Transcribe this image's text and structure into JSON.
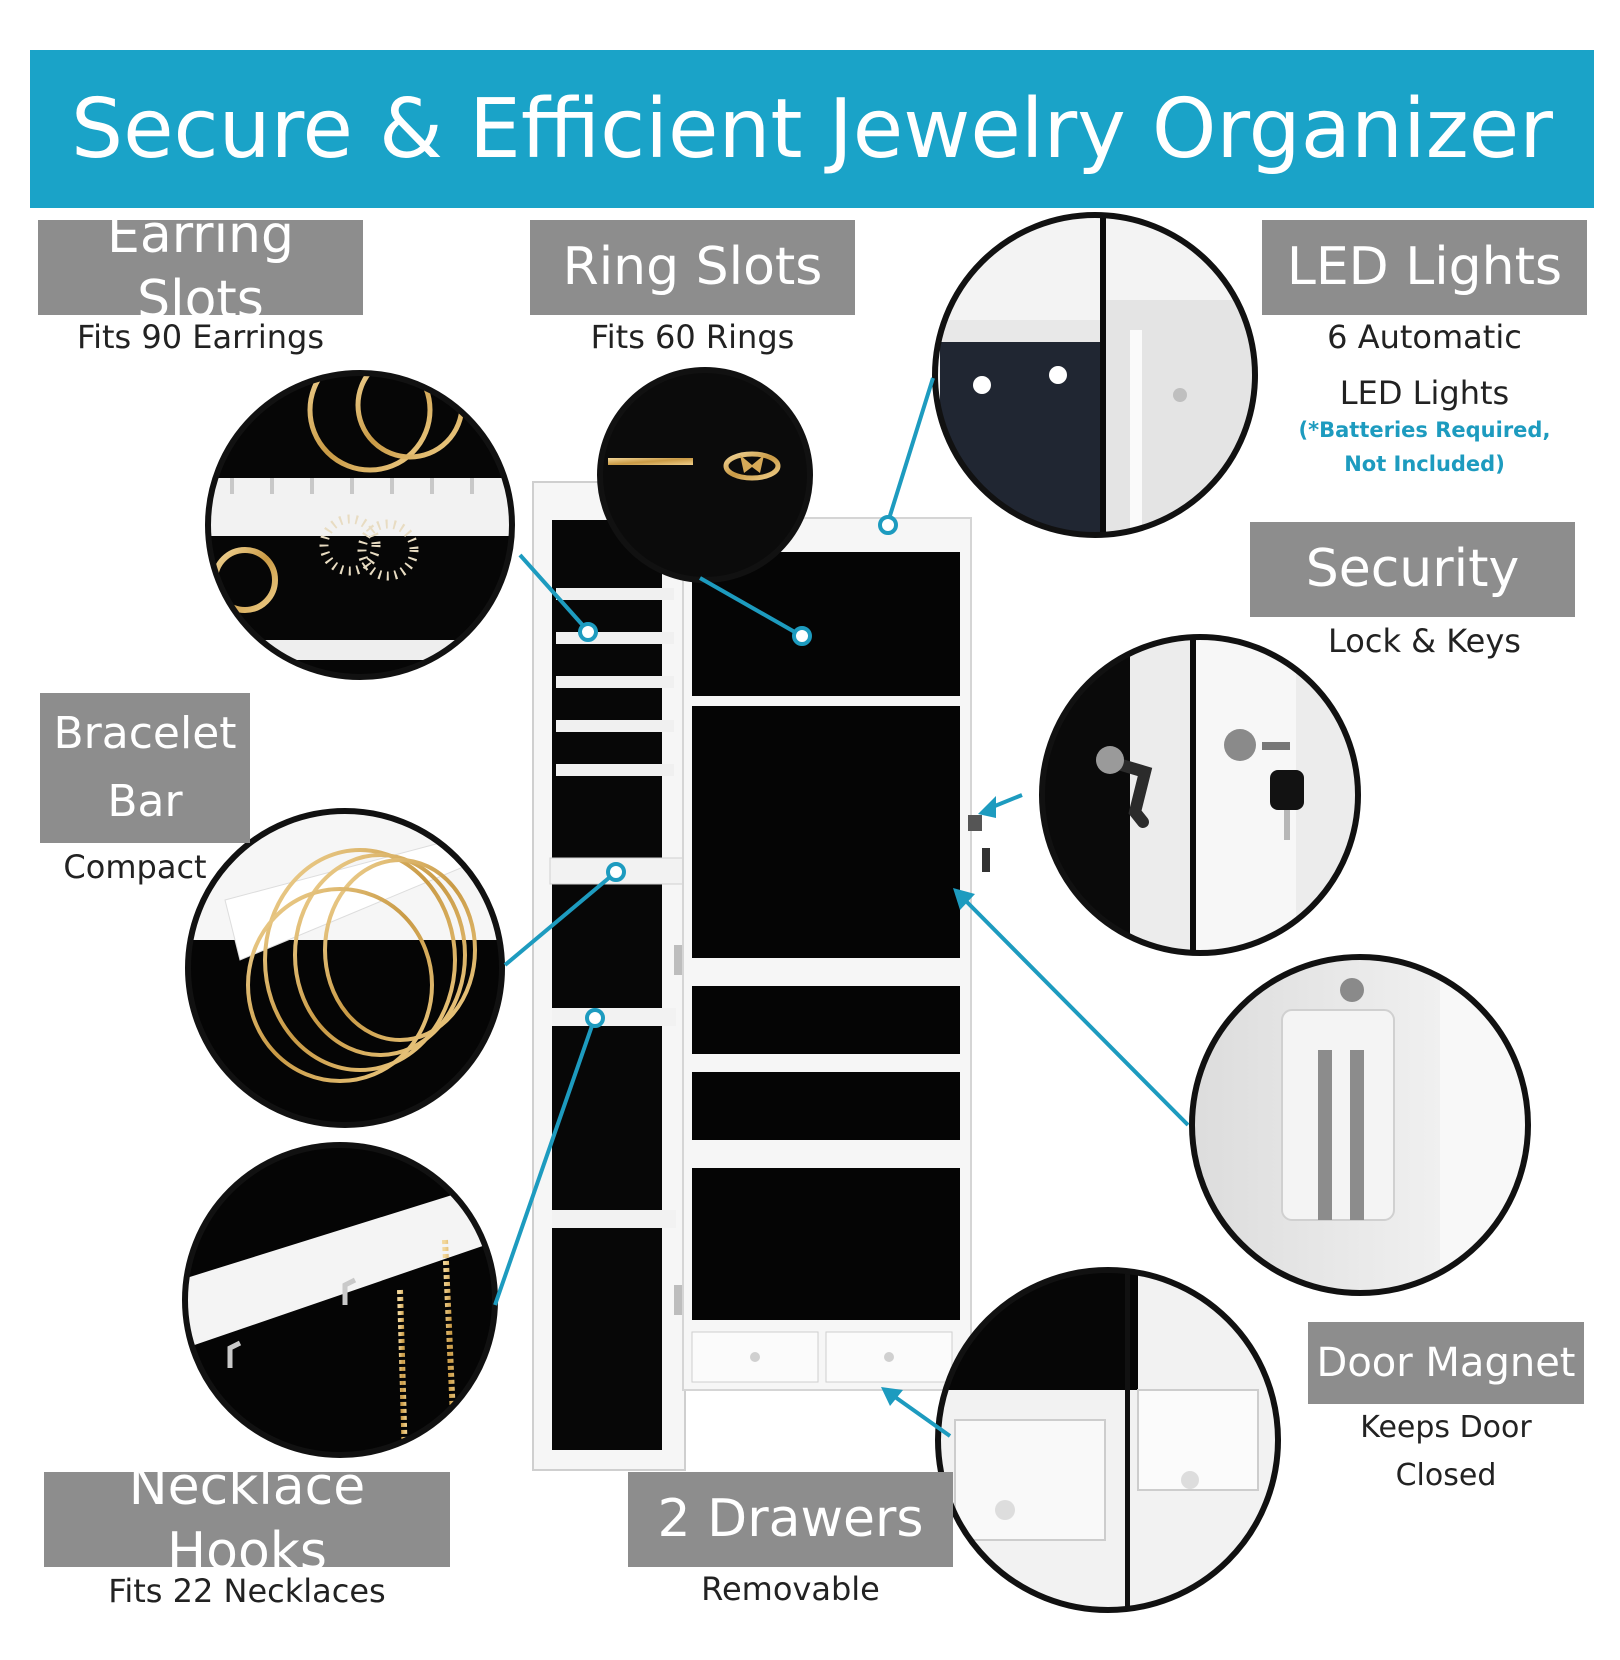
{
  "colors": {
    "banner": "#1aa3c8",
    "label_box": "#8d8d8d",
    "accent": "#1d9bbf",
    "cabinet": "#f4f4f4",
    "velvet": "#060606"
  },
  "banner": {
    "title": "Secure & Efficient Jewelry Organizer"
  },
  "features": {
    "earring": {
      "title": "Earring Slots",
      "subtitle": "Fits 90 Earrings"
    },
    "ring": {
      "title": "Ring Slots",
      "subtitle": "Fits 60 Rings"
    },
    "led": {
      "title": "LED Lights",
      "subtitle_line1": "6 Automatic",
      "subtitle_line2": "LED Lights",
      "note_line1": "(*Batteries Required,",
      "note_line2": "Not Included)"
    },
    "security": {
      "title": "Security",
      "subtitle": "Lock & Keys"
    },
    "bracelet": {
      "title_line1": "Bracelet",
      "title_line2": "Bar",
      "subtitle": "Compact"
    },
    "necklace": {
      "title": "Necklace Hooks",
      "subtitle": "Fits 22 Necklaces"
    },
    "drawers": {
      "title": "2 Drawers",
      "subtitle": "Removable"
    },
    "magnet": {
      "title": "Door Magnet",
      "subtitle_line1": "Keeps Door",
      "subtitle_line2": "Closed"
    }
  }
}
